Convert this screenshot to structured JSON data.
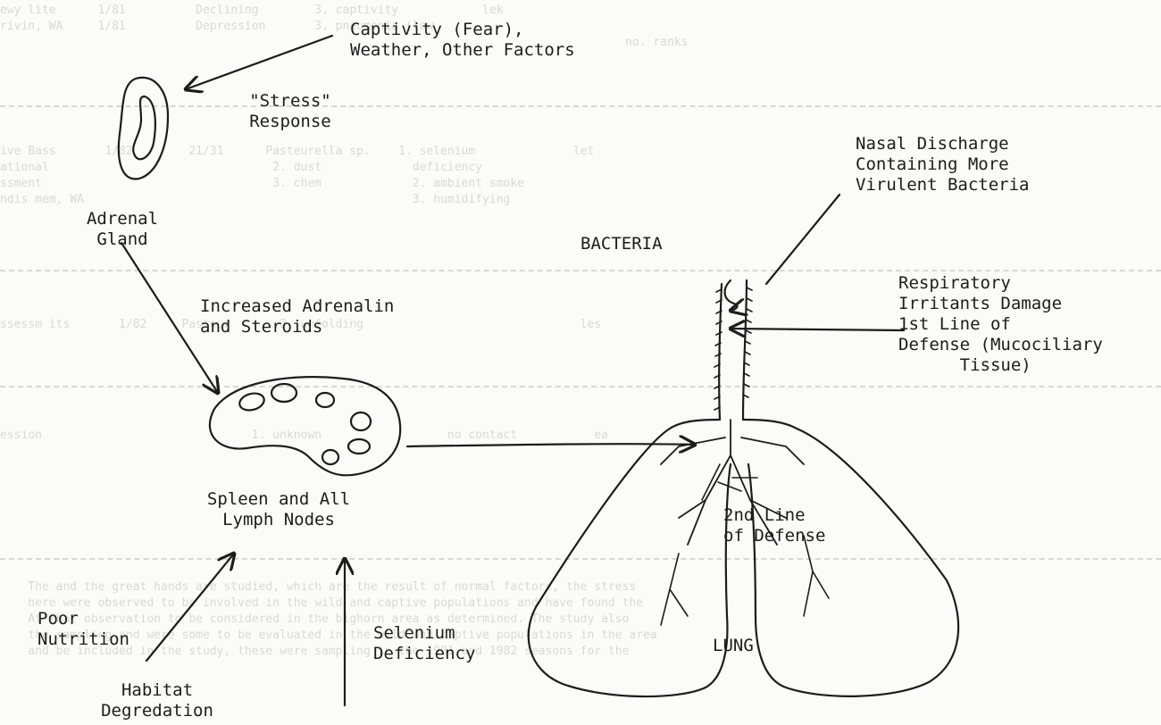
{
  "labels": {
    "captivity": "Captivity (Fear),\nWeather, Other Factors",
    "stress": "\"Stress\"\nResponse",
    "adrenal": "Adrenal\nGland",
    "adrenalin": "Increased Adrenalin\nand Steroids",
    "spleen": "Spleen and All\nLymph Nodes",
    "nutrition": "Poor\nNutrition",
    "habitat": "Habitat\nDegredation",
    "selenium": "Selenium\nDeficiency",
    "bacteria": "BACTERIA",
    "nasal": "Nasal Discharge\nContaining More\nVirulent Bacteria",
    "irritants": "Respiratory\nIrritants Damage\n1st Line of\nDefense (Mucociliary\n      Tissue)",
    "second_line": "2nd Line\nof Defense",
    "lung": "LUNG"
  },
  "colors": {
    "ink": "#1c1c1c",
    "paper": "#fbfbf9"
  }
}
